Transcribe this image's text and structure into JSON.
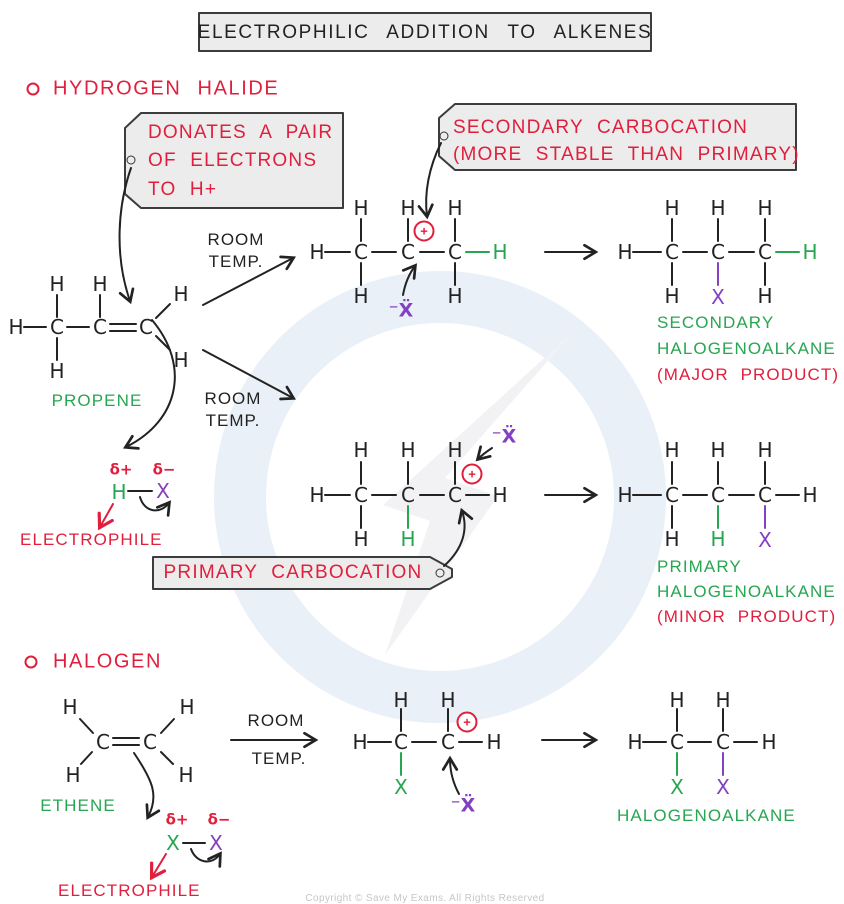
{
  "colors": {
    "red": "#e11e3c",
    "green": "#27a651",
    "purple": "#8440c2",
    "ink": "#222222",
    "box_fill": "#ececec"
  },
  "atoms": {
    "h": "H",
    "c": "C",
    "x": "X",
    "x_attack": "⁻Ẍ",
    "delta_plus": "δ+",
    "delta_minus": "δ−",
    "plus": "+"
  },
  "title": "ELECTROPHILIC ADDITION TO ALKENES",
  "hydrogen_halide": {
    "heading": "HYDROGEN HALIDE",
    "donates_note": [
      "DONATES A PAIR",
      "OF ELECTRONS",
      "TO H+"
    ],
    "secondary_note": [
      "SECONDARY CARBOCATION",
      "(MORE STABLE THAN PRIMARY)"
    ],
    "primary_note": "PRIMARY CARBOCATION",
    "reactant": "PROPENE",
    "cond_top": [
      "ROOM",
      "TEMP."
    ],
    "cond_bottom": [
      "ROOM",
      "TEMP."
    ],
    "electrophile": "ELECTROPHILE",
    "major": [
      "SECONDARY",
      "HALOGENOALKANE",
      "(MAJOR PRODUCT)"
    ],
    "minor": [
      "PRIMARY",
      "HALOGENOALKANE",
      "(MINOR PRODUCT)"
    ]
  },
  "halogen": {
    "heading": "HALOGEN",
    "reactant": "ETHENE",
    "cond": [
      "ROOM",
      "TEMP."
    ],
    "electrophile": "ELECTROPHILE",
    "product": "HALOGENOALKANE"
  },
  "footer": {
    "copyright": "Copyright © Save My Exams. All Rights Reserved"
  }
}
